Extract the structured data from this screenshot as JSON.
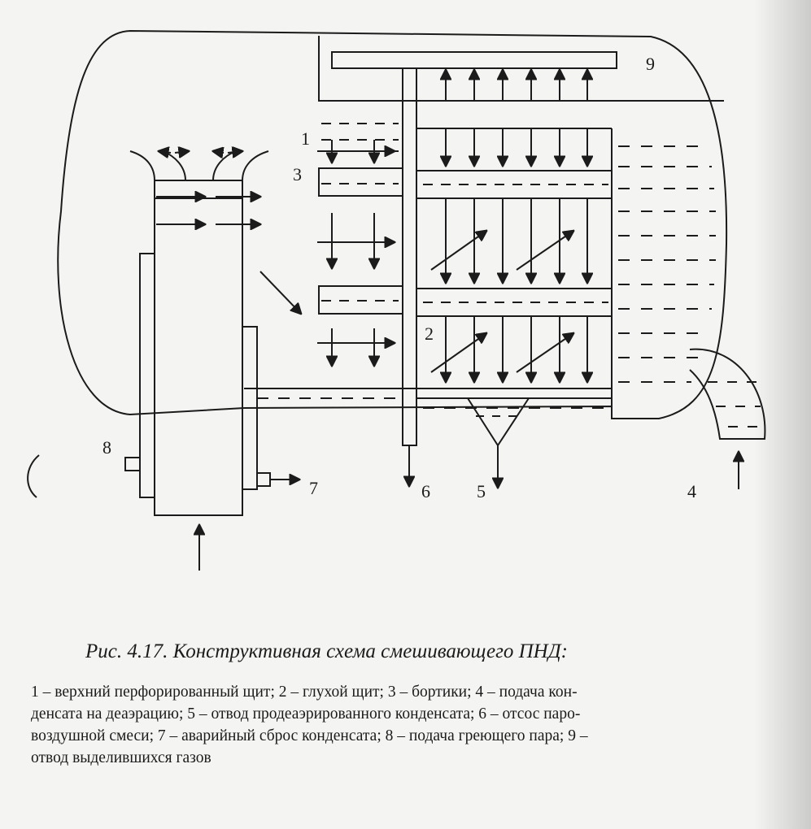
{
  "diagram": {
    "labels": {
      "l1": "1",
      "l2": "2",
      "l3": "3",
      "l4": "4",
      "l5": "5",
      "l6": "6",
      "l7": "7",
      "l8": "8",
      "l9": "9"
    }
  },
  "caption": "Рис. 4.17. Конструктивная схема смешивающего ПНД:",
  "legend_lines": [
    "1 – верхний перфорированный щит; 2 –  глухой щит; 3 – бортики; 4 – подача кон-",
    "денсата  на деаэрацию;  5 – отвод продеаэрированного конденсата; 6 – отсос паро-",
    "воздушной смеси; 7 – аварийный сброс конденсата; 8 – подача греющего пара; 9 –",
    "отвод выделившихся газов"
  ]
}
